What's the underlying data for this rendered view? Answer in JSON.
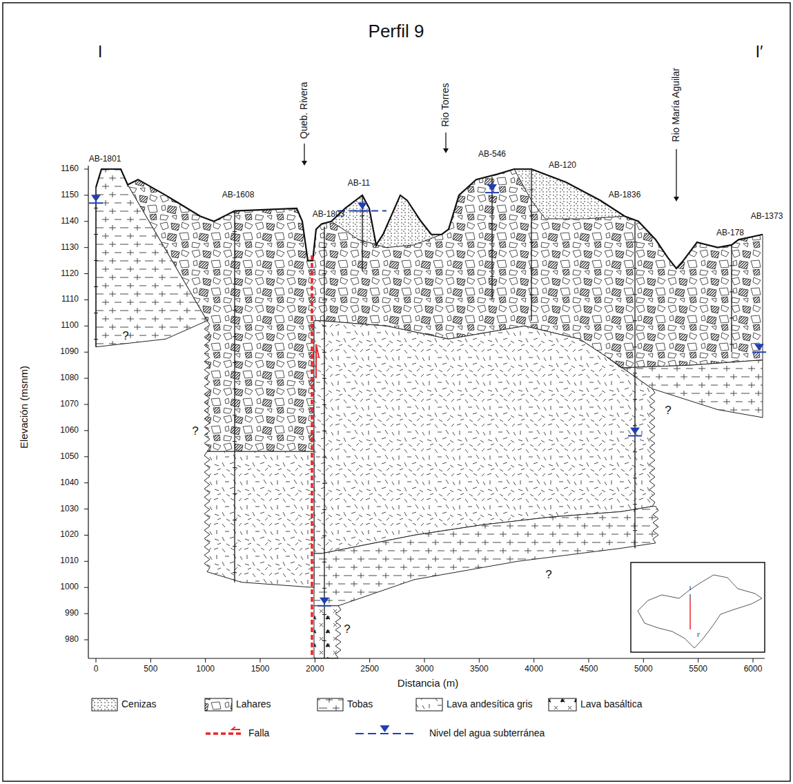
{
  "diagram": {
    "title": "Perfil 9",
    "labels": [
      "I",
      "I′",
      "Queb. Rivera",
      "Rio Torres",
      "Rio María Aguilar",
      "AB-1801",
      "AB-1608",
      "AB-1803",
      "AB-11",
      "AB-546",
      "AB-120",
      "AB-1836",
      "AB-178",
      "AB-1373",
      "Elevación (msnm)",
      "1160",
      "1150",
      "1140",
      "1130",
      "1120",
      "1110",
      "1100",
      "1090",
      "1080",
      "1070",
      "1060",
      "1050",
      "1040",
      "1030",
      "1020",
      "1010",
      "1000",
      "990",
      "980",
      "0",
      "500",
      "1000",
      "1500",
      "2000",
      "2500",
      "3000",
      "3500",
      "4000",
      "4500",
      "5000",
      "5500",
      "6000",
      "Distancia (m)",
      "?",
      "?",
      "?",
      "?",
      "?",
      "I",
      "I′"
    ],
    "legend": [
      {
        "text": "Cenizas"
      },
      {
        "text": "Lahares"
      },
      {
        "text": "Tobas"
      },
      {
        "text": "Lava andesítica gris"
      },
      {
        "text": "Lava basáltica"
      },
      {
        "text": "Falla"
      },
      {
        "text": "Nivel del agua subterránea"
      }
    ]
  }
}
